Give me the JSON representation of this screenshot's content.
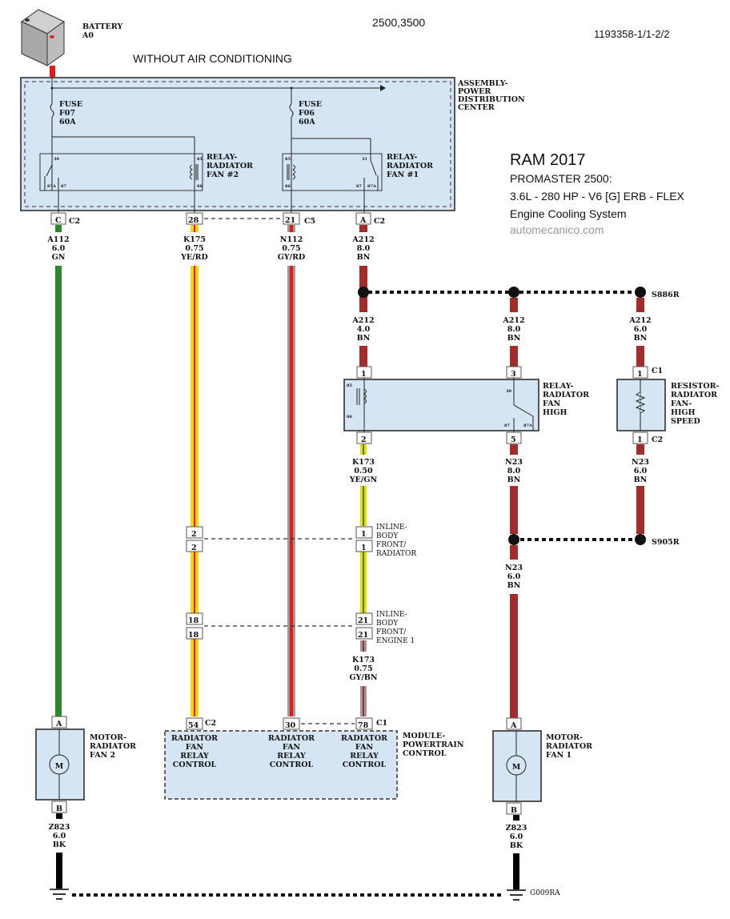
{
  "header": {
    "models": "2500,3500",
    "doc_id": "1193358-1/1-2/2",
    "condition": "WITHOUT AIR CONDITIONING"
  },
  "info": {
    "make_year": "RAM 2017",
    "model": "PROMASTER 2500:",
    "engine": "3.6L - 280 HP - V6 [G] ERB - FLEX",
    "system": "Engine Cooling System",
    "watermark": "automecanico.com"
  },
  "colors": {
    "panel_fill": "#d6e5f4",
    "wire_green": "#2a8a2a",
    "wire_brown": "#a52a2a",
    "wire_yellow": "#f5d800",
    "wire_red": "#e81818",
    "wire_gray": "#9a9a9a",
    "wire_black": "#000000"
  },
  "battery": {
    "label1": "BATTERY",
    "label2": "A0"
  },
  "pdc": {
    "label": [
      "ASSEMBLY-",
      "POWER",
      "DISTRIBUTION",
      "CENTER"
    ],
    "fuse_f07": [
      "FUSE",
      "F07",
      "60A"
    ],
    "fuse_f06": [
      "FUSE",
      "F06",
      "60A"
    ],
    "relay2": {
      "label": [
        "RELAY-",
        "RADIATOR",
        "FAN #2"
      ],
      "pins": {
        "p30": "30",
        "p87a": "87A",
        "p87": "87",
        "p85": "85",
        "p86": "86"
      }
    },
    "relay1": {
      "label": [
        "RELAY-",
        "RADIATOR",
        "FAN #1"
      ],
      "pins": {
        "p85": "85",
        "p86": "86",
        "p31": "31",
        "p87": "87",
        "p87a": "87A"
      }
    }
  },
  "connectors": {
    "c_c2": {
      "pin": "C",
      "name": "C2"
    },
    "c_28": {
      "pin": "28"
    },
    "c_21": {
      "pin": "21",
      "name": "C5"
    },
    "c_a2": {
      "pin": "A",
      "name": "C2"
    }
  },
  "wires": {
    "a112": [
      "A112",
      "6.0",
      "GN"
    ],
    "k175": [
      "K175",
      "0.75",
      "YE/RD"
    ],
    "n112": [
      "N112",
      "0.75",
      "GY/RD"
    ],
    "a212_top": [
      "A212",
      "8.0",
      "BN"
    ],
    "a212_left": [
      "A212",
      "4.0",
      "BN"
    ],
    "a212_mid": [
      "A212",
      "8.0",
      "BN"
    ],
    "a212_right": [
      "A212",
      "6.0",
      "BN"
    ],
    "k173_top": [
      "K173",
      "0.50",
      "YE/GN"
    ],
    "n23_mid": [
      "N23",
      "8.0",
      "BN"
    ],
    "n23_right": [
      "N23",
      "6.0",
      "BN"
    ],
    "n23_low": [
      "N23",
      "6.0",
      "BN"
    ],
    "k173_low": [
      "K173",
      "0.75",
      "GY/BN"
    ],
    "z823_left": [
      "Z823",
      "6.0",
      "BK"
    ],
    "z823_right": [
      "Z823",
      "6.0",
      "BK"
    ]
  },
  "splices": {
    "s886r": "S886R",
    "s905r": "S905R",
    "ground": "G009RA"
  },
  "relay_high": {
    "label": [
      "RELAY-",
      "RADIATOR",
      "FAN",
      "HIGH"
    ],
    "pins": {
      "p1": "1",
      "p3": "3",
      "p2": "2",
      "p5": "5"
    },
    "inner": {
      "p85": "85",
      "p86": "86",
      "p30": "30",
      "p87": "87",
      "p87a": "87A"
    }
  },
  "resistor": {
    "label": [
      "RESISTOR-",
      "RADIATOR",
      "FAN-",
      "HIGH",
      "SPEED"
    ],
    "pin_top": "1",
    "conn_top": "C1",
    "pin_bot": "1",
    "conn_bot": "C2"
  },
  "inline1": {
    "label": [
      "INLINE-",
      "BODY",
      "FRONT/",
      "RADIATOR"
    ],
    "pin_left": "2",
    "pin_right": "1"
  },
  "inline2": {
    "label": [
      "INLINE-",
      "BODY",
      "FRONT/",
      "ENGINE 1"
    ],
    "pin_left": "18",
    "pin_right": "21"
  },
  "pcm": {
    "label": [
      "MODULE-",
      "POWERTRAIN",
      "CONTROL"
    ],
    "pins": [
      {
        "pin": "54",
        "conn": "C2"
      },
      {
        "pin": "30",
        "conn": ""
      },
      {
        "pin": "78",
        "conn": "C1"
      }
    ],
    "func": [
      "RADIATOR",
      "FAN",
      "RELAY",
      "CONTROL"
    ]
  },
  "motor2": {
    "label": [
      "MOTOR-",
      "RADIATOR",
      "FAN 2"
    ],
    "pin_a": "A",
    "pin_b": "B",
    "symbol": "M"
  },
  "motor1": {
    "label": [
      "MOTOR-",
      "RADIATOR",
      "FAN 1"
    ],
    "pin_a": "A",
    "pin_b": "B",
    "symbol": "M"
  }
}
